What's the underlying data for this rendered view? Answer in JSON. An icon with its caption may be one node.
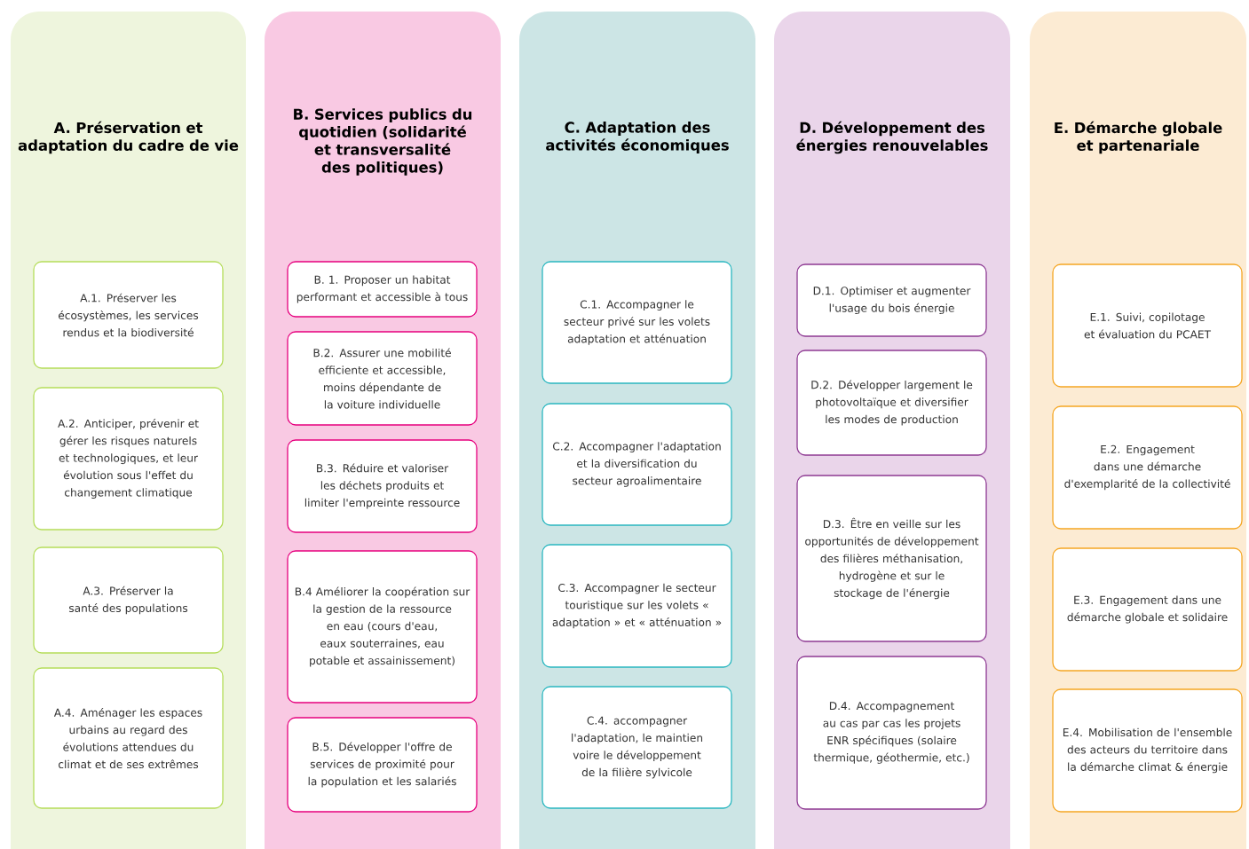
{
  "diagram": {
    "nodes": [
      {
        "text": [
          "A. Préservation et adaptation du cadre de vie"
        ]
      },
      {
        "text": [
          "A.1. Préserver les écosystèmes, les services rendus et la biodiversité"
        ],
        "in": 0
      },
      {
        "text": [
          "A.2. Anticiper, prévenir et gérer les risques naturels et technologiques, et leur évolution sous l'effet du changement climatique"
        ],
        "in": 0
      },
      {
        "text": [
          "A.3. Préserver la santé des populations"
        ],
        "in": 0
      },
      {
        "text": [
          "A.4. Aménager les espaces urbains au regard des évolutions attendues du climat et de ses extrêmes"
        ],
        "in": 0
      },
      {
        "text": [
          "B. Services publics du quotidien (solidarité et transversalité des politiques)"
        ]
      },
      {
        "text": [
          "B. 1. Proposer un habitat performant et accessible à tous"
        ],
        "in": 5
      },
      {
        "text": [
          "B.2. Assurer une mobilité efficiente et accessible, moins dépendante de la voiture individuelle"
        ],
        "in": 5
      },
      {
        "text": [
          "B.3. Réduire et valoriser les déchets produits et limiter l'empreinte ressource"
        ],
        "in": 5
      },
      {
        "text": [
          "B.4 Améliorer la coopération sur la gestion de la ressource en eau (cours d'eau, eaux souterraines, eau potable et assainissement)"
        ],
        "in": 5
      },
      {
        "text": [
          "B.5. Développer l'offre de services de proximité pour la population et les salariés"
        ],
        "in": 5
      },
      {
        "text": [
          "C. Adaptation des activités économiques"
        ]
      },
      {
        "text": [
          "C.1. Accompagner le secteur privé sur les volets adaptation et atténuation"
        ],
        "in": 11
      },
      {
        "text": [
          "C.2. Accompagner l'adaptation et la diversification du secteur agroalimentaire"
        ],
        "in": 11
      },
      {
        "text": [
          "C.3. Accompagner le secteur touristique sur les volets « adaptation » et « atténuation »"
        ],
        "in": 11
      },
      {
        "text": [
          "C.4. accompagner l'adaptation, le maintien voire le développement de la filière sylvicole"
        ],
        "in": 11
      },
      {
        "text": [
          "D. Développement des énergies renouvelables"
        ]
      },
      {
        "text": [
          "D.1. Optimiser et augmenter l'usage du bois énergie"
        ],
        "in": 16
      },
      {
        "text": [
          "D.2. Développer largement le photovoltaïque et diversifier les modes de production"
        ],
        "in": 16
      },
      {
        "text": [
          "D.3. Être en veille sur les opportunités de développement des filières méthanisation, hydrogène et sur le stockage de l'énergie"
        ],
        "in": 16
      },
      {
        "text": [
          "D.4. Accompagnement au cas par cas les projets ENR spécifiques (solaire thermique, géothermie, etc.)"
        ],
        "in": 16
      },
      {
        "text": [
          "E. Démarche globale et partenariale"
        ]
      },
      {
        "text": [
          "E.1. Suivi, copilotage et évaluation du PCAET"
        ],
        "in": 21
      },
      {
        "text": [
          "E.2. Engagement dans une démarche d'exemplarité de la collectivité"
        ],
        "in": 21
      },
      {
        "text": [
          "E.3. Engagement dans une démarche globale et solidaire"
        ],
        "in": 21
      },
      {
        "text": [
          "E.4. Mobilisation de l'ensemble des acteurs du territoire dans la démarche climat & énergie"
        ],
        "in": 21
      }
    ]
  }
}
